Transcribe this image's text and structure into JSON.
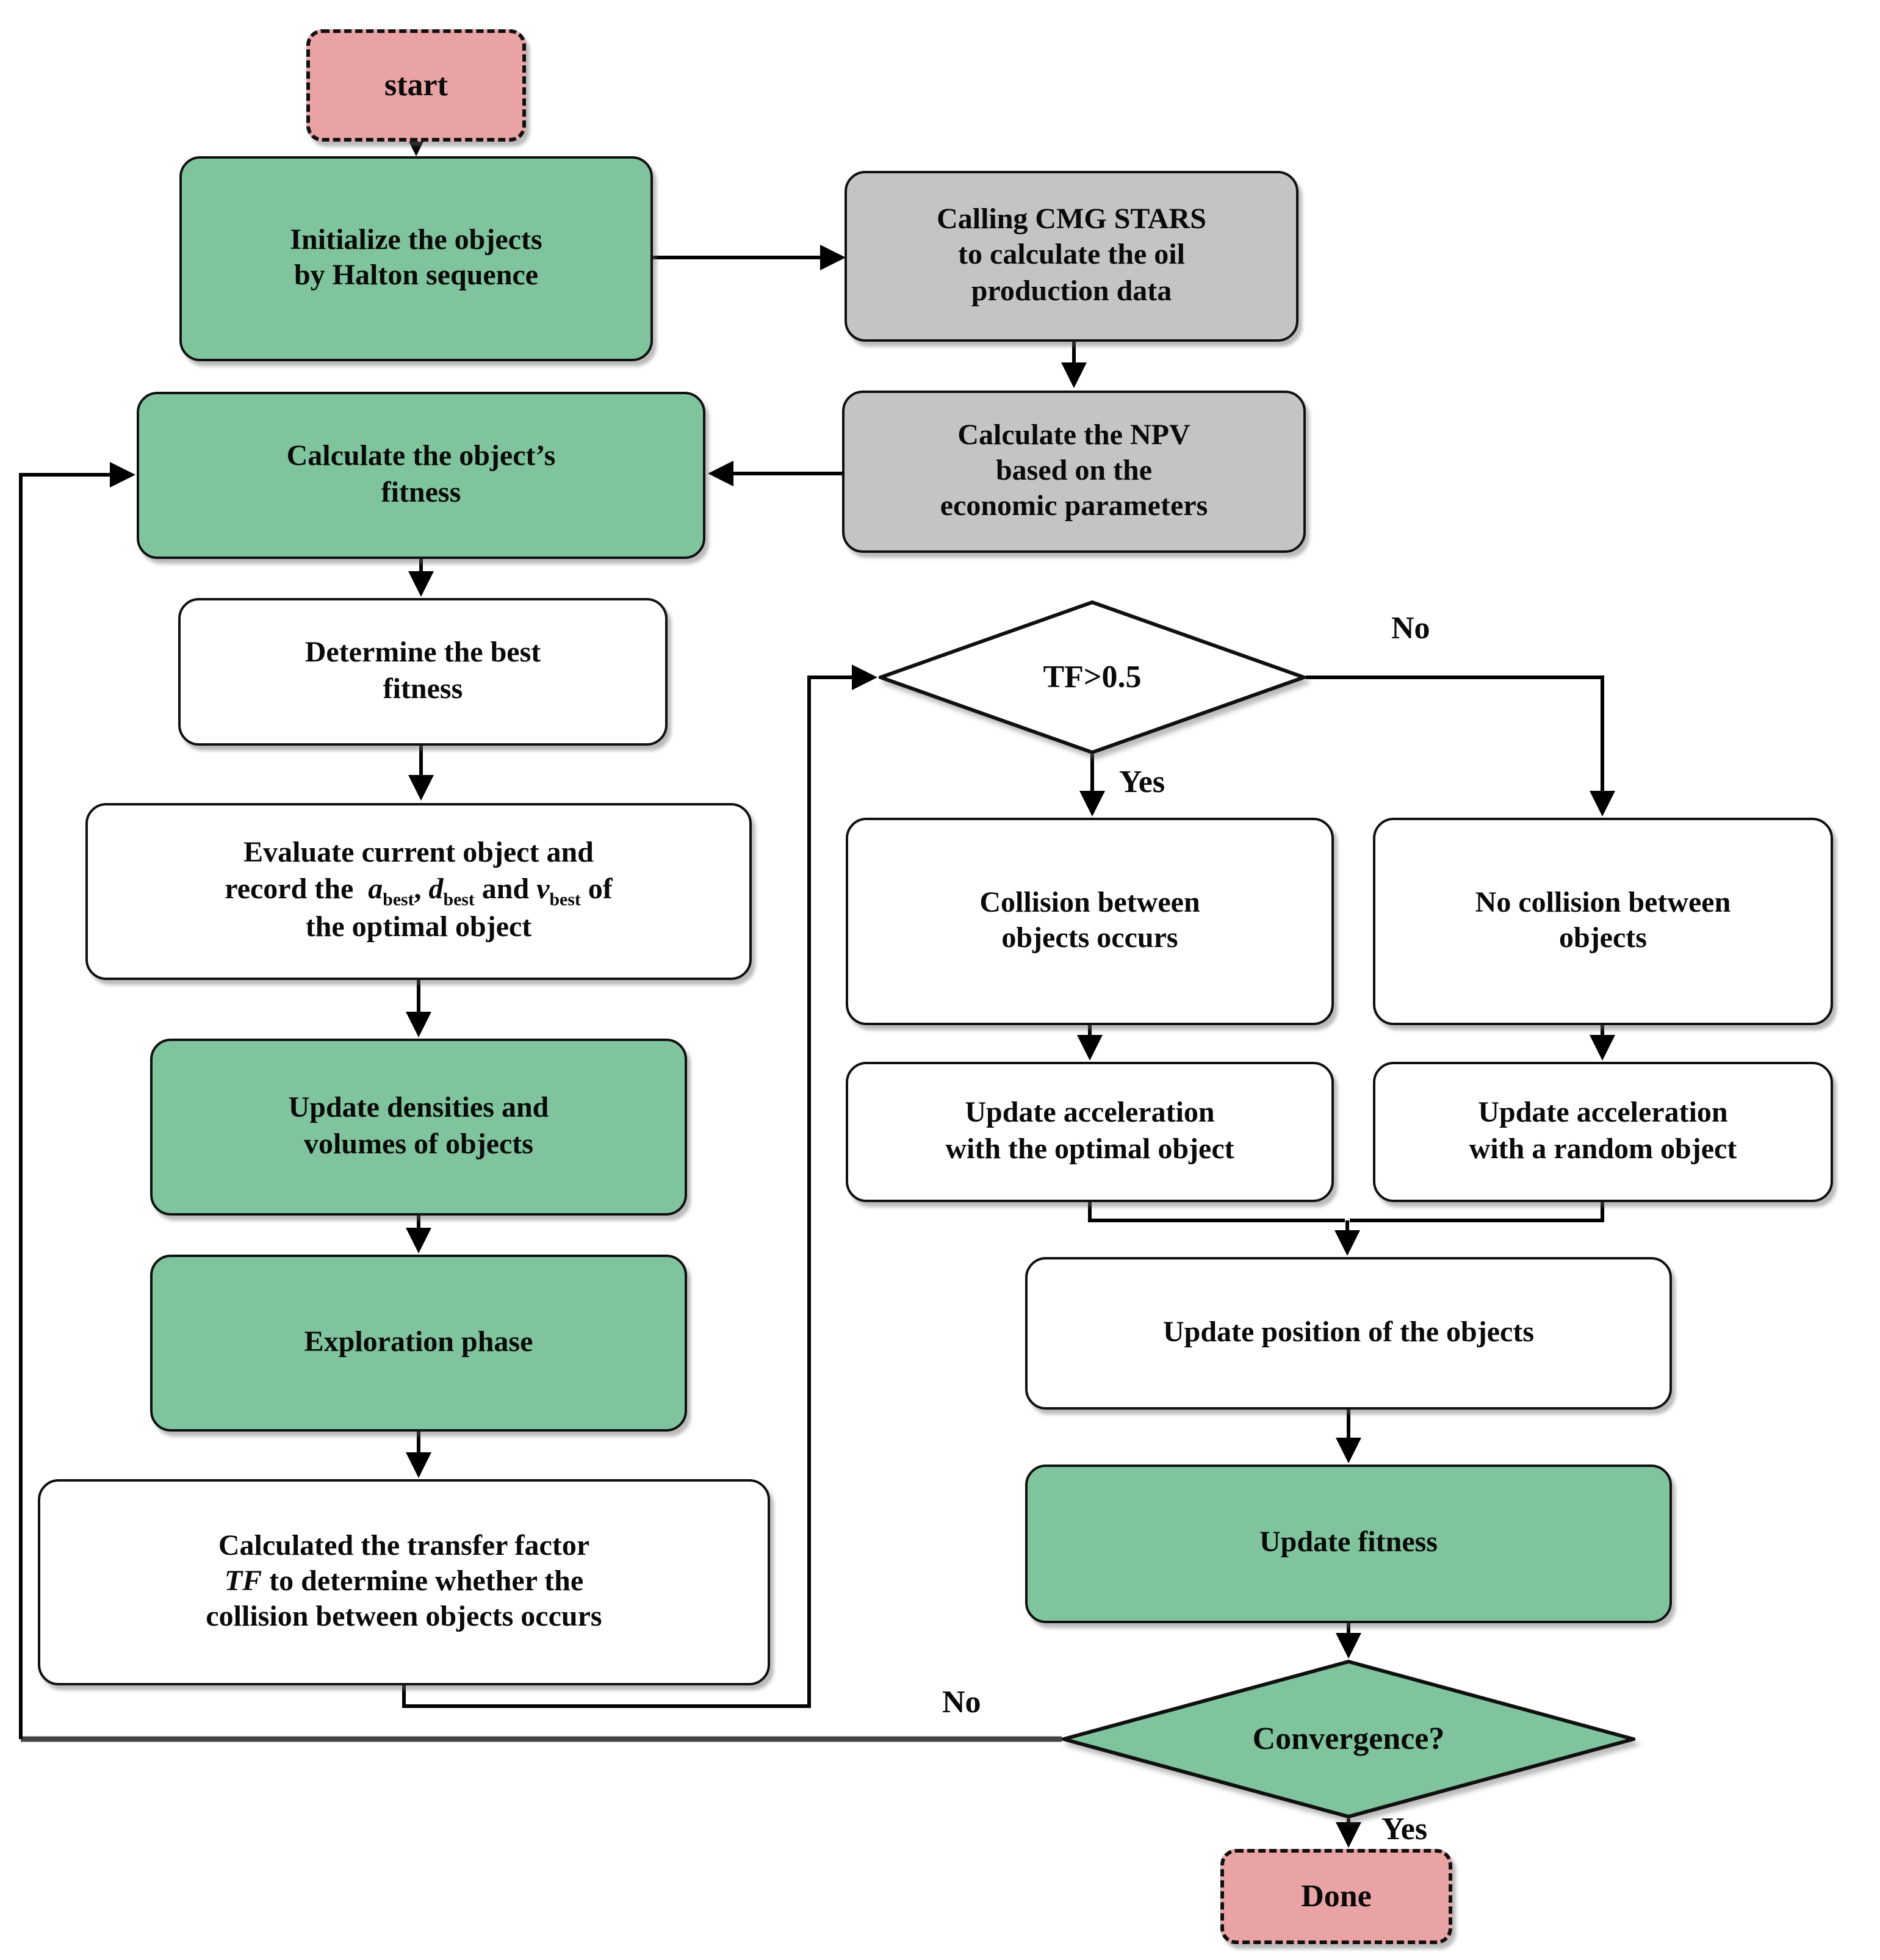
{
  "colors": {
    "green": "#7fc49c",
    "gray": "#c4c4c4",
    "pink": "#e9a3a4",
    "white": "#ffffff",
    "line": "#000000"
  },
  "nodes": {
    "start": {
      "label": "start"
    },
    "init": {
      "label": "Initialize the objects\nby Halton sequence"
    },
    "cmg": {
      "label": "Calling CMG STARS\nto calculate the oil\nproduction data"
    },
    "npv": {
      "label": "Calculate the NPV\nbased on the\neconomic parameters"
    },
    "fitness": {
      "label": "Calculate the object’s\nfitness"
    },
    "determine": {
      "label": "Determine the best\nfitness"
    },
    "evaluate": {
      "line1": "Evaluate current object and",
      "record": "record the",
      "var_a": "a",
      "var_d": "d",
      "var_v": "v",
      "sub_best": "best",
      "comma": ",",
      "and_word": "and",
      "of_word": "of",
      "line3": "the optimal object"
    },
    "densities": {
      "label": "Update densities and\nvolumes of objects"
    },
    "exploration": {
      "label": "Exploration phase"
    },
    "transfer": {
      "line1": "Calculated the transfer factor",
      "tf": "TF",
      "line2": "to determine whether the",
      "line3": "collision between objects occurs"
    },
    "tf_decision": {
      "label": "TF>0.5"
    },
    "collision": {
      "label": "Collision between\nobjects occurs"
    },
    "no_collision": {
      "label": "No collision between\nobjects"
    },
    "acc_optimal": {
      "label": "Update acceleration\nwith the optimal object"
    },
    "acc_random": {
      "label": "Update acceleration\nwith a random object"
    },
    "position": {
      "label": "Update position of the objects"
    },
    "update_fitness": {
      "label": "Update fitness"
    },
    "convergence": {
      "label": "Convergence?"
    },
    "done": {
      "label": "Done"
    }
  },
  "edge_labels": {
    "tf_no": "No",
    "tf_yes": "Yes",
    "conv_no": "No",
    "conv_yes": "Yes"
  }
}
